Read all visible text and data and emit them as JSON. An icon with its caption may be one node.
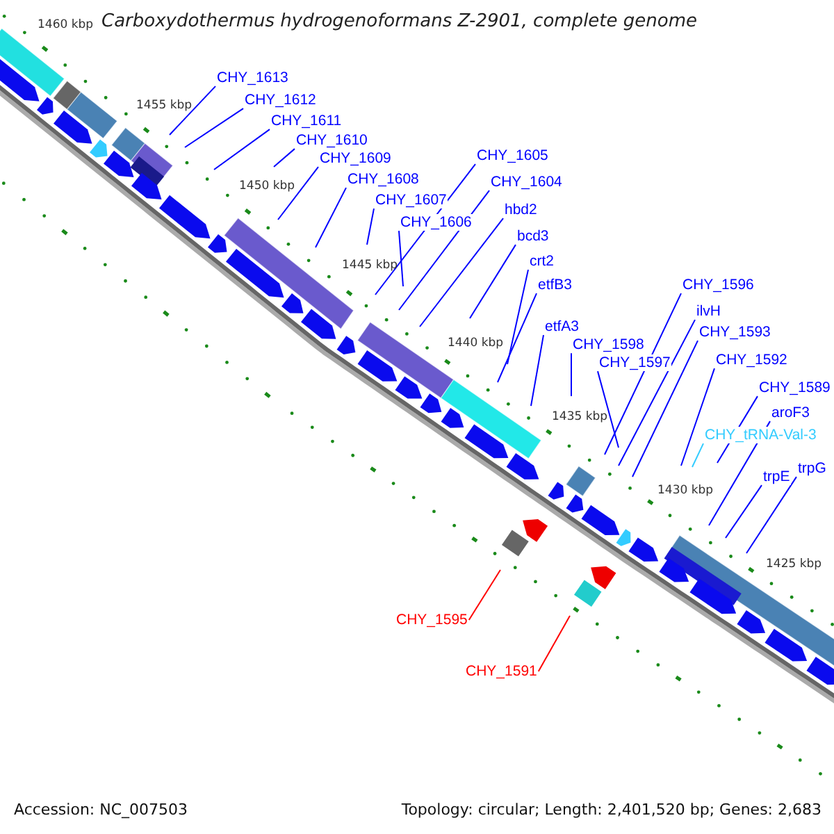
{
  "diagram": {
    "title": "Carboxydothermus hydrogenoformans Z-2901, complete genome",
    "nodes": [
      {
        "text": [
          "CHY_1613"
        ]
      },
      {
        "text": [
          "CHY_1612"
        ]
      },
      {
        "text": [
          "CHY_1611"
        ]
      },
      {
        "text": [
          "CHY_1610"
        ]
      },
      {
        "text": [
          "CHY_1609"
        ]
      },
      {
        "text": [
          "CHY_1608"
        ]
      },
      {
        "text": [
          "CHY_1607"
        ]
      },
      {
        "text": [
          "CHY_1606"
        ]
      },
      {
        "text": [
          "CHY_1605"
        ]
      },
      {
        "text": [
          "CHY_1604"
        ]
      },
      {
        "text": [
          "hbd2"
        ]
      },
      {
        "text": [
          "bcd3"
        ]
      },
      {
        "text": [
          "crt2"
        ]
      },
      {
        "text": [
          "etfB3"
        ]
      },
      {
        "text": [
          "etfA3"
        ]
      },
      {
        "text": [
          "CHY_1598"
        ]
      },
      {
        "text": [
          "CHY_1597"
        ]
      },
      {
        "text": [
          "CHY_1596"
        ]
      },
      {
        "text": [
          "ilvH"
        ]
      },
      {
        "text": [
          "CHY_1593"
        ]
      },
      {
        "text": [
          "CHY_1592"
        ]
      },
      {
        "text": [
          "CHY_1589"
        ]
      },
      {
        "text": [
          "CHY_tRNA-Val-3"
        ]
      },
      {
        "text": [
          "aroF3"
        ]
      },
      {
        "text": [
          "trpE"
        ]
      },
      {
        "text": [
          "trpG"
        ]
      },
      {
        "text": [
          "CHY_1595"
        ]
      },
      {
        "text": [
          "CHY_1591"
        ]
      }
    ],
    "edges": [
      {
        "from": 0,
        "to": null,
        "arrow": "none"
      },
      {
        "from": 1,
        "to": null,
        "arrow": "none"
      },
      {
        "from": 2,
        "to": null,
        "arrow": "none"
      },
      {
        "from": 3,
        "to": null,
        "arrow": "none"
      },
      {
        "from": 4,
        "to": null,
        "arrow": "none"
      },
      {
        "from": 5,
        "to": null,
        "arrow": "none"
      },
      {
        "from": 6,
        "to": null,
        "arrow": "none"
      },
      {
        "from": 7,
        "to": null,
        "arrow": "none"
      },
      {
        "from": 8,
        "to": null,
        "arrow": "none"
      },
      {
        "from": 9,
        "to": null,
        "arrow": "none"
      },
      {
        "from": 10,
        "to": null,
        "arrow": "none"
      },
      {
        "from": 11,
        "to": null,
        "arrow": "none"
      },
      {
        "from": 12,
        "to": null,
        "arrow": "none"
      },
      {
        "from": 13,
        "to": null,
        "arrow": "none"
      },
      {
        "from": 14,
        "to": null,
        "arrow": "none"
      },
      {
        "from": 15,
        "to": null,
        "arrow": "none"
      },
      {
        "from": 16,
        "to": null,
        "arrow": "none"
      },
      {
        "from": 17,
        "to": null,
        "arrow": "none"
      },
      {
        "from": 18,
        "to": null,
        "arrow": "none"
      },
      {
        "from": 19,
        "to": null,
        "arrow": "none"
      },
      {
        "from": 20,
        "to": null,
        "arrow": "none"
      },
      {
        "from": 21,
        "to": null,
        "arrow": "none"
      },
      {
        "from": 22,
        "to": null,
        "arrow": "none",
        "color": "#33ccff"
      },
      {
        "from": 23,
        "to": null,
        "arrow": "none"
      },
      {
        "from": 24,
        "to": null,
        "arrow": "none"
      },
      {
        "from": 25,
        "to": null,
        "arrow": "none"
      },
      {
        "from": 26,
        "to": null,
        "arrow": "none",
        "color": "#ff0000"
      },
      {
        "from": 27,
        "to": null,
        "arrow": "none",
        "color": "#ff0000"
      }
    ],
    "labels": [
      "1460 kbp",
      "1455 kbp",
      "1450 kbp",
      "1445 kbp",
      "1440 kbp",
      "1435 kbp",
      "1430 kbp",
      "1425 kbp",
      "Accession: NC_007503",
      "Topology: circular; Length: 2,401,520 bp; Genes: 2,683"
    ]
  }
}
